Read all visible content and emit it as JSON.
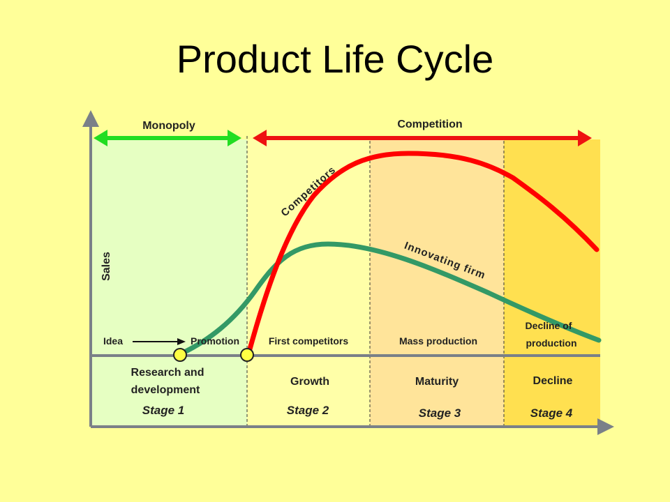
{
  "title": "Product Life Cycle",
  "colors": {
    "background": "#FFFF99",
    "stage1_fill": "#E6FFC2",
    "stage2_fill": "#FFFFA8",
    "stage3_fill": "#FFE49A",
    "stage4_fill": "#FFE050",
    "competitors_curve": "#FF0000",
    "innovating_curve": "#339966",
    "monopoly_arrow": "#22DD22",
    "competition_arrow": "#EE1111",
    "marker": "#FFFF44",
    "axis": "#7A8088"
  },
  "y_axis_label": "Sales",
  "top_arrows": {
    "monopoly": "Monopoly",
    "competition": "Competition"
  },
  "curves": {
    "competitors": "Competitors",
    "innovating": "Innovating firm"
  },
  "events": {
    "idea": "Idea",
    "promotion": "Promotion",
    "first_competitors": "First competitors",
    "mass_production": "Mass production",
    "decline_of_production_line1": "Decline of",
    "decline_of_production_line2": "production"
  },
  "phases": {
    "rd_line1": "Research and",
    "rd_line2": "development",
    "growth": "Growth",
    "maturity": "Maturity",
    "decline": "Decline"
  },
  "stages": [
    "Stage 1",
    "Stage 2",
    "Stage 3",
    "Stage 4"
  ]
}
